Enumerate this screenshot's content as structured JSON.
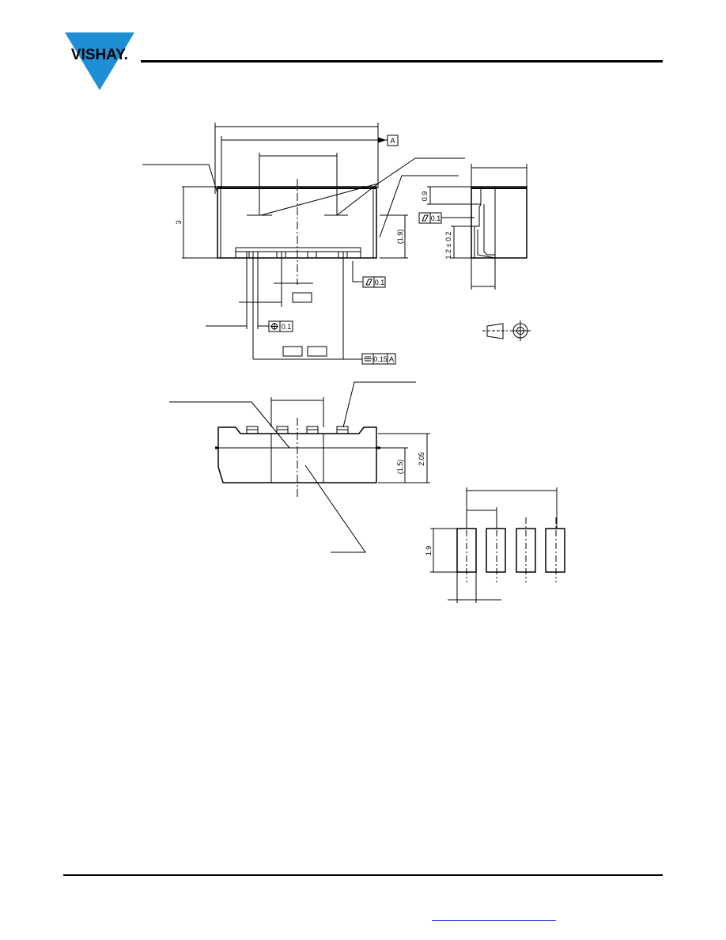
{
  "logo": {
    "text": "VISHAY.",
    "color": "#1e8fd6"
  },
  "drawing": {
    "datum_a": "A",
    "top_view": {
      "height": "3",
      "height_ref": "(1.9)",
      "tol_parallel": "0.1",
      "tol_position": "0.1",
      "tol_symmetry": "0.15",
      "tol_symmetry_datum": "A"
    },
    "side_view": {
      "dim_top": "0.9",
      "dim_bottom": "1.2 ± 0.2",
      "tol_parallel": "0.1"
    },
    "front_view": {
      "height": "2.05",
      "height_ref": "(1.5)"
    },
    "footprint": {
      "pad_height": "1.9"
    }
  },
  "colors": {
    "line": "#000000",
    "link": "#1f3fd6",
    "brand": "#1e8fd6"
  }
}
